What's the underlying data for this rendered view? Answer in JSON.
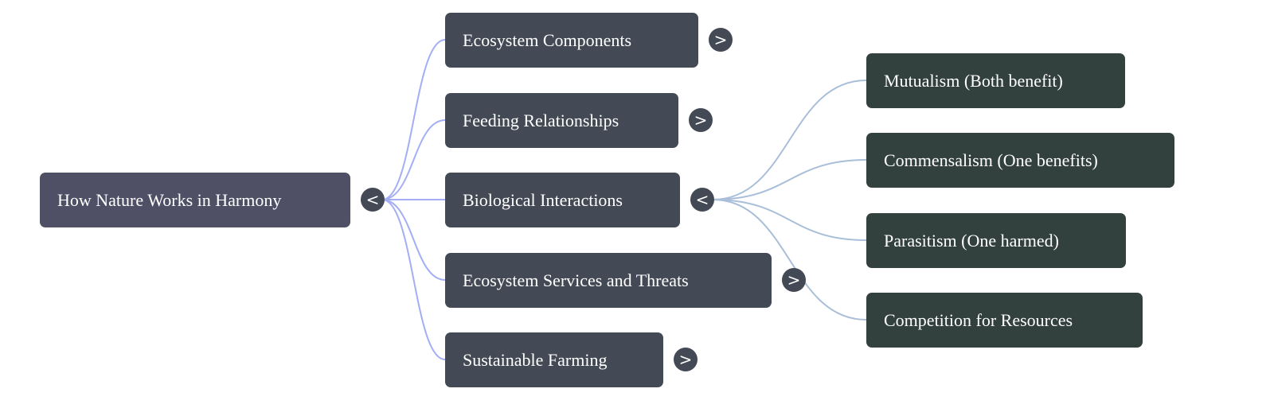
{
  "root": {
    "label": "How Nature Works in Harmony",
    "toggle": "<"
  },
  "children": [
    {
      "label": "Ecosystem Components",
      "toggle": ">"
    },
    {
      "label": "Feeding Relationships",
      "toggle": ">"
    },
    {
      "label": "Biological Interactions",
      "toggle": "<"
    },
    {
      "label": "Ecosystem Services and Threats",
      "toggle": ">"
    },
    {
      "label": "Sustainable Farming",
      "toggle": ">"
    }
  ],
  "interactions": [
    {
      "label": "Mutualism (Both benefit)"
    },
    {
      "label": "Commensalism (One benefits)"
    },
    {
      "label": "Parasitism (One harmed)"
    },
    {
      "label": "Competition for Resources"
    }
  ],
  "colors": {
    "root": "#4f5066",
    "level1": "#434a55",
    "level2": "#32403e",
    "link1": "#a3aef5",
    "link2": "#a9bed8"
  }
}
